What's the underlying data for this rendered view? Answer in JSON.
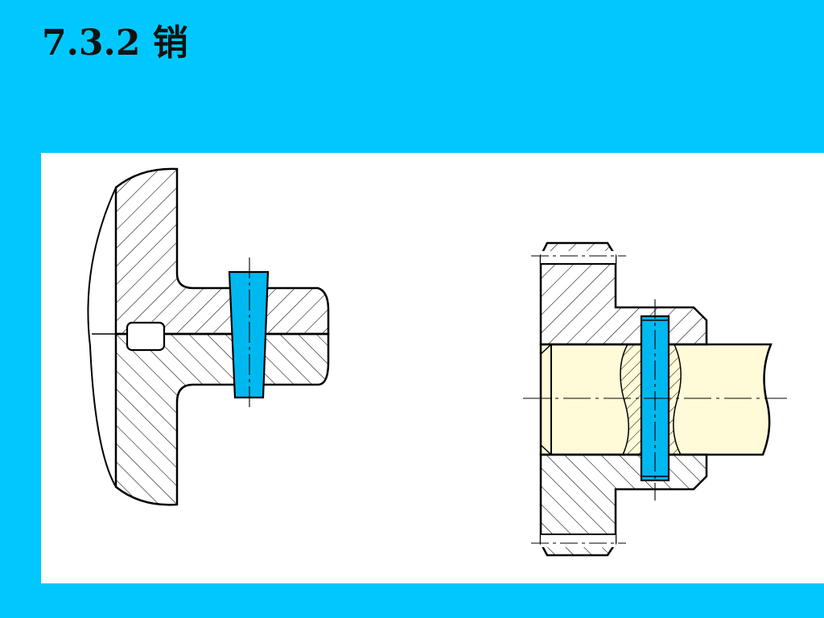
{
  "slide": {
    "title": "7.3.2 销"
  },
  "figure": {
    "drawings": [
      "handwheel-taper-pin-section",
      "gear-shaft-cylindrical-pin-section"
    ],
    "colors": {
      "background": "#00c8ff",
      "panel": "#ffffff",
      "pin_fill": "#00b8f0",
      "shaft_fill": "#fffbd8",
      "outline": "#000000",
      "hatch": "#000000"
    }
  }
}
